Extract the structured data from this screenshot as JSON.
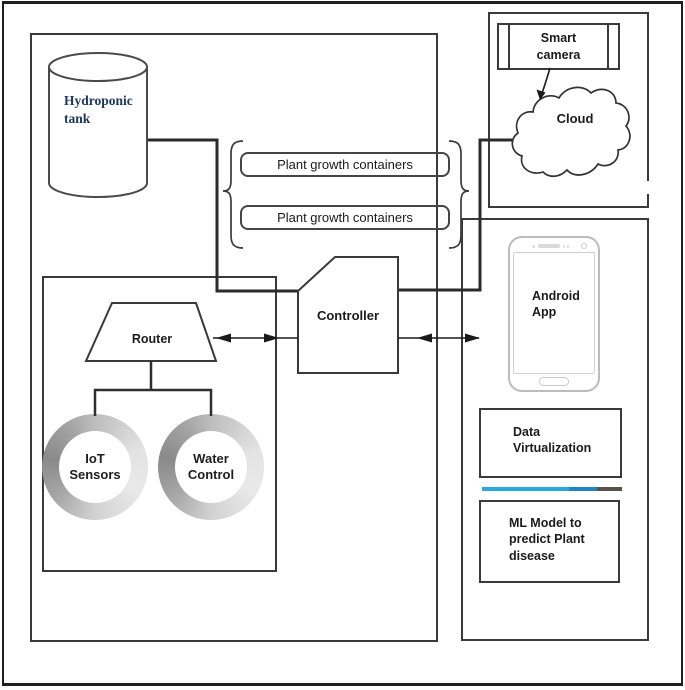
{
  "diagram": {
    "tank": {
      "label": "Hydroponic\ntank"
    },
    "plant_containers": [
      {
        "label": "Plant growth containers"
      },
      {
        "label": "Plant growth containers"
      }
    ],
    "controller": {
      "label": "Controller"
    },
    "network": {
      "router": {
        "label": "Router"
      },
      "iot_sensors": {
        "label": "IoT\nSensors"
      },
      "water_control": {
        "label": "Water\nControl"
      }
    },
    "camera_section": {
      "smart_camera": {
        "label": "Smart\ncamera"
      },
      "cloud": {
        "label": "Cloud"
      }
    },
    "app_section": {
      "android_app": {
        "label": "Android\nApp"
      },
      "data_virtualization": {
        "label": "Data\nVirtualization"
      },
      "ml_model": {
        "label": "ML Model to\npredict Plant\ndisease"
      }
    },
    "colors": {
      "line": "#2b2b2b",
      "box_border": "#3a3a3a",
      "tank_text": "#21365f",
      "accent_blue": "#2aa9e1",
      "accent_blue_dark": "#1f85c9",
      "accent_tail": "#59544b"
    }
  }
}
